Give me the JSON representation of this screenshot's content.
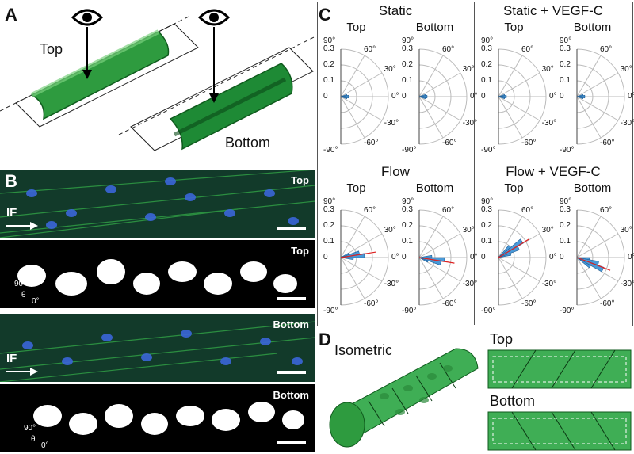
{
  "panel_a": {
    "letter": "A",
    "label_top": "Top",
    "label_bottom": "Bottom"
  },
  "panel_b": {
    "letter": "B",
    "tile1_tag": "Top",
    "tile2_tag": "Top",
    "tile3_tag": "Bottom",
    "tile4_tag": "Bottom",
    "if_label": "IF",
    "axis_90": "90°",
    "axis_0": "0°",
    "axis_theta": "θ"
  },
  "panel_c": {
    "letter": "C",
    "groups": [
      {
        "title": "Static"
      },
      {
        "title": "Static + VEGF-C"
      },
      {
        "title": "Flow"
      },
      {
        "title": "Flow + VEGF-C"
      }
    ],
    "sub_top": "Top",
    "sub_bottom": "Bottom",
    "radial_ticks": [
      "0.3",
      "0.2",
      "0.1",
      "0"
    ],
    "angle_ticks": [
      "90°",
      "60°",
      "30°",
      "0°",
      "-30°",
      "-60°",
      "-90°"
    ]
  },
  "panel_d": {
    "letter": "D",
    "label_iso": "Isometric",
    "label_top": "Top",
    "label_bottom": "Bottom"
  },
  "chart_data": [
    {
      "type": "polar-histogram",
      "title": "Static – Top",
      "theta_deg": [
        -15,
        -5,
        5,
        15
      ],
      "r": [
        0.04,
        0.05,
        0.05,
        0.04
      ],
      "rlim": [
        0,
        0.3
      ]
    },
    {
      "type": "polar-histogram",
      "title": "Static – Bottom",
      "theta_deg": [
        -15,
        -5,
        5,
        15
      ],
      "r": [
        0.04,
        0.05,
        0.05,
        0.04
      ],
      "rlim": [
        0,
        0.3
      ]
    },
    {
      "type": "polar-histogram",
      "title": "Static + VEGF-C – Top",
      "theta_deg": [
        -15,
        -5,
        5,
        15
      ],
      "r": [
        0.04,
        0.05,
        0.05,
        0.04
      ],
      "rlim": [
        0,
        0.3
      ]
    },
    {
      "type": "polar-histogram",
      "title": "Static + VEGF-C – Bottom",
      "theta_deg": [
        -15,
        -5,
        5,
        15
      ],
      "r": [
        0.04,
        0.05,
        0.05,
        0.04
      ],
      "rlim": [
        0,
        0.3
      ]
    },
    {
      "type": "polar-histogram",
      "title": "Flow – Top",
      "theta_deg": [
        -5,
        5,
        15,
        25
      ],
      "r": [
        0.08,
        0.15,
        0.12,
        0.06
      ],
      "rlim": [
        0,
        0.3
      ]
    },
    {
      "type": "polar-histogram",
      "title": "Flow – Bottom",
      "theta_deg": [
        -25,
        -15,
        -5,
        5
      ],
      "r": [
        0.06,
        0.14,
        0.16,
        0.08
      ],
      "rlim": [
        0,
        0.3
      ]
    },
    {
      "type": "polar-histogram",
      "title": "Flow + VEGF-C – Top",
      "theta_deg": [
        15,
        25,
        35,
        45
      ],
      "r": [
        0.08,
        0.14,
        0.18,
        0.1
      ],
      "rlim": [
        0,
        0.3
      ]
    },
    {
      "type": "polar-histogram",
      "title": "Flow + VEGF-C – Bottom",
      "theta_deg": [
        -35,
        -25,
        -15,
        -5
      ],
      "r": [
        0.1,
        0.18,
        0.14,
        0.08
      ],
      "rlim": [
        0,
        0.3
      ]
    }
  ]
}
